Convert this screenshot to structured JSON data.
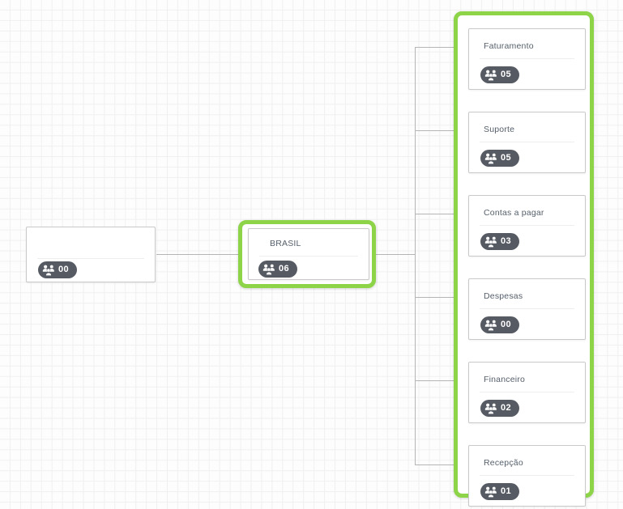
{
  "canvas": {
    "label": "org-chart-canvas",
    "grid": true,
    "background_color": "#fdfdfd",
    "grid_color": "#f0f0f0"
  },
  "colors": {
    "highlight_green": "#8dd449",
    "badge_background": "#565a63",
    "badge_text": "#ffffff",
    "node_border": "#c9c9c9",
    "connector": "#b5b5b5",
    "title_text": "#555f6b"
  },
  "icons": {
    "people": "users-group-icon"
  },
  "nodes": {
    "root": {
      "title": "",
      "count": "00",
      "selected": false
    },
    "branch": {
      "title": "BRASIL",
      "count": "06",
      "selected": true
    },
    "children": [
      {
        "title": "Faturamento",
        "count": "05"
      },
      {
        "title": "Suporte",
        "count": "05"
      },
      {
        "title": "Contas a pagar",
        "count": "03"
      },
      {
        "title": "Despesas",
        "count": "00"
      },
      {
        "title": "Financeiro",
        "count": "02"
      },
      {
        "title": "Recepção",
        "count": "01"
      }
    ],
    "children_group_selected": true
  }
}
